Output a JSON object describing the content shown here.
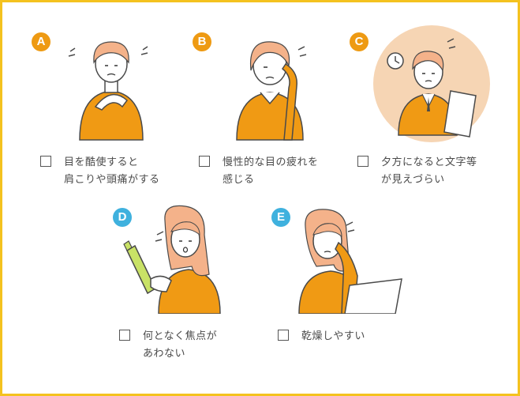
{
  "colors": {
    "frame": "#F4C21F",
    "badge_orange": "#EE9A13",
    "badge_blue": "#3FB1DE",
    "shirt": "#F09A14",
    "hair": "#F4B28A",
    "skin": "#FFFFFF",
    "circle_bg": "#F6D5B4"
  },
  "items": [
    {
      "badge": "A",
      "line1": "目を酷使すると",
      "line2": "肩こりや頭痛がする",
      "icon": "shoulder-pain-person"
    },
    {
      "badge": "B",
      "line1": "慢性的な目の疲れを",
      "line2": "感じる",
      "icon": "eye-strain-person"
    },
    {
      "badge": "C",
      "line1": "夕方になると文字等",
      "line2": "が見えづらい",
      "icon": "reading-document-person"
    },
    {
      "badge": "D",
      "line1": "何となく焦点が",
      "line2": "あわない",
      "icon": "bottle-reading-person"
    },
    {
      "badge": "E",
      "line1": "乾燥しやすい",
      "line2": "",
      "icon": "laptop-eye-rub-person"
    }
  ]
}
